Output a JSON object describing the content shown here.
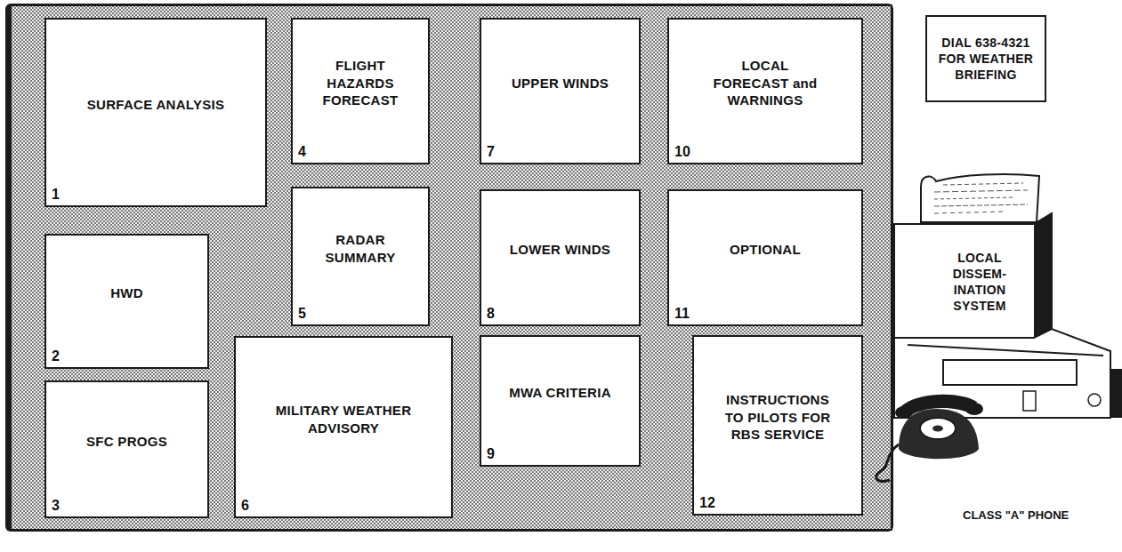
{
  "diagram": {
    "nodes": [
      {
        "text": [
          "SURFACE ANALYSIS",
          "1"
        ]
      },
      {
        "text": [
          "HWD",
          "2"
        ]
      },
      {
        "text": [
          "SFC PROGS",
          "3"
        ]
      },
      {
        "text": [
          "FLIGHT HAZARDS FORECAST",
          "4"
        ]
      },
      {
        "text": [
          "RADAR SUMMARY",
          "5"
        ]
      },
      {
        "text": [
          "MILITARY WEATHER ADVISORY",
          "6"
        ]
      },
      {
        "text": [
          "UPPER WINDS",
          "7"
        ]
      },
      {
        "text": [
          "LOWER WINDS",
          "8"
        ]
      },
      {
        "text": [
          "MWA CRITERIA",
          "9"
        ]
      },
      {
        "text": [
          "LOCAL FORECAST and WARNINGS",
          "10"
        ]
      },
      {
        "text": [
          "OPTIONAL",
          "11"
        ]
      },
      {
        "text": [
          "INSTRUCTIONS TO PILOTS FOR RBS SERVICE",
          "12"
        ]
      },
      {
        "text": [
          "DIAL 638-4321 FOR WEATHER BRIEFING"
        ]
      },
      {
        "text": [
          "LOCAL DISSEM- INATION SYSTEM"
        ]
      }
    ],
    "labels": [
      "CLASS \"A\" PHONE"
    ]
  }
}
